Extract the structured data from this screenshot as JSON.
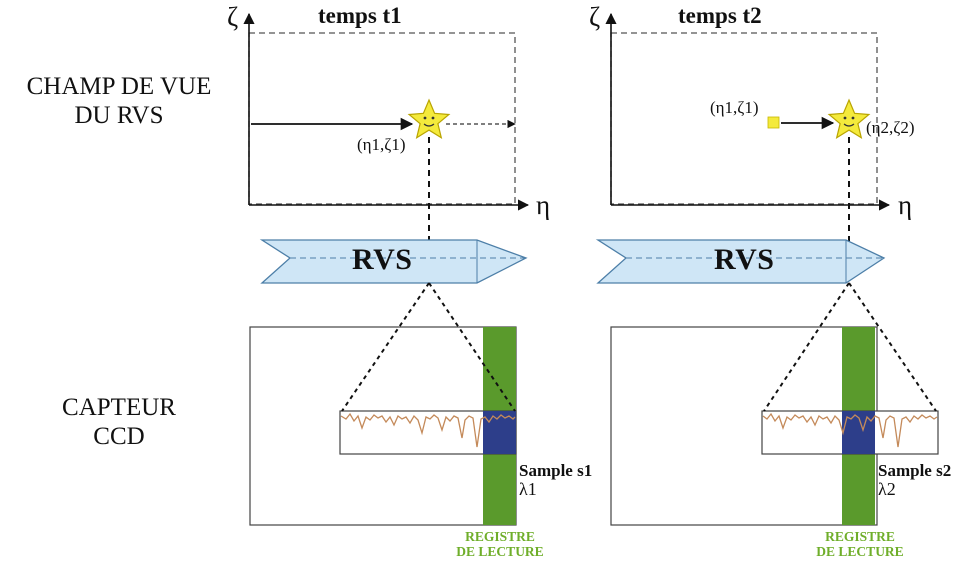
{
  "labels": {
    "field_of_view": [
      "CHAMP DE VUE",
      "DU RVS"
    ],
    "ccd": [
      "CAPTEUR",
      "CCD"
    ]
  },
  "panels": [
    {
      "title": "temps t1",
      "axis_zeta": "ζ",
      "axis_eta": "η",
      "star_coord": "(η1,ζ1)",
      "instrument": "RVS",
      "sample": "Sample s1",
      "lambda": "λ1",
      "register": [
        "REGISTRE",
        "DE LECTURE"
      ]
    },
    {
      "title": "temps t2",
      "axis_zeta": "ζ",
      "axis_eta": "η",
      "prev_coord": "(η1,ζ1)",
      "star_coord": "(η2,ζ2)",
      "instrument": "RVS",
      "sample": "Sample s2",
      "lambda": "λ2",
      "register": [
        "REGISTRE",
        "DE LECTURE"
      ]
    }
  ],
  "colors": {
    "star_fill": "#f4ea3c",
    "prism_fill": "#cfe6f6",
    "register_green": "#5a9a2c",
    "register_text": "#6fae2a",
    "overlap_blue": "#2d3e8a",
    "spectrum": "#c48a5a"
  },
  "icons": {
    "star": "star-icon",
    "previous_position": "square-marker-icon"
  }
}
